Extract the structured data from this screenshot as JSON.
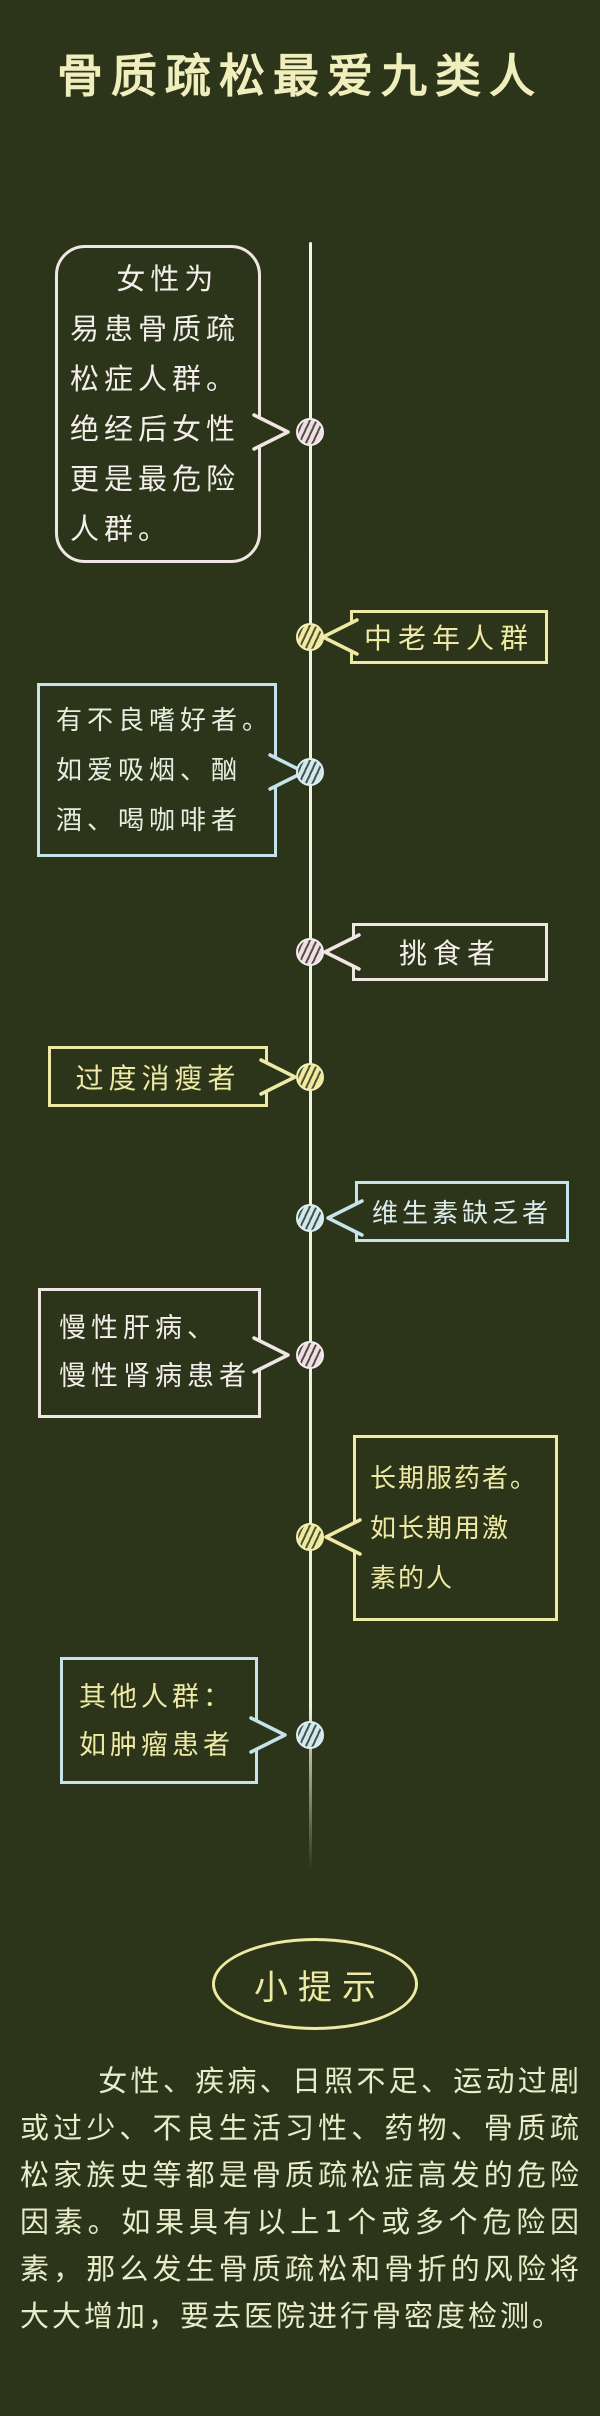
{
  "title": "骨质疏松最爱九类人",
  "colors": {
    "background": "#2c3519",
    "spine_line": "#f4f4ea",
    "title_text": "#f1eebe",
    "chalk_yellow": "#efe9a6",
    "chalk_pink_white": "#f0e6e4",
    "chalk_blue": "#c5e3e8",
    "paragraph_text": "#e8ecca",
    "dot_pink": "#f0dce4",
    "dot_yellow": "#efe9a0",
    "dot_blue": "#cfe7ef"
  },
  "timeline": {
    "items": [
      {
        "side": "left",
        "color": "pink",
        "dot_color": "pink",
        "lines": [
          "女性为",
          "易患骨质疏",
          "松症人群。",
          "绝经后女性",
          "更是最危险",
          "人群。"
        ],
        "full_text": "女性为易患骨质疏松症人群。绝经后女性更是最危险人群。"
      },
      {
        "side": "right",
        "color": "yellow",
        "dot_color": "yellow",
        "lines": [
          "中老年人群"
        ],
        "full_text": "中老年人群"
      },
      {
        "side": "left",
        "color": "blue",
        "dot_color": "blue",
        "lines": [
          "有不良嗜好者。",
          "如爱吸烟、酗",
          "酒、喝咖啡者"
        ],
        "full_text": "有不良嗜好者。如爱吸烟、酗酒、喝咖啡者"
      },
      {
        "side": "right",
        "color": "pink",
        "dot_color": "pink",
        "lines": [
          "挑食者"
        ],
        "full_text": "挑食者"
      },
      {
        "side": "left",
        "color": "yellow",
        "dot_color": "yellow",
        "lines": [
          "过度消瘦者"
        ],
        "full_text": "过度消瘦者"
      },
      {
        "side": "right",
        "color": "blue",
        "dot_color": "blue",
        "lines": [
          "维生素缺乏者"
        ],
        "full_text": "维生素缺乏者"
      },
      {
        "side": "left",
        "color": "pink",
        "dot_color": "pink",
        "lines": [
          "慢性肝病、",
          "慢性肾病患者"
        ],
        "full_text": "慢性肝病、慢性肾病患者"
      },
      {
        "side": "right",
        "color": "yellow",
        "dot_color": "yellow",
        "lines": [
          "长期服药者。",
          "如长期用激",
          "素的人"
        ],
        "full_text": "长期服药者。如长期用激素的人"
      },
      {
        "side": "left",
        "color": "blue",
        "dot_color": "blue",
        "text_color": "yellow",
        "lines": [
          "其他人群：",
          "如肿瘤患者"
        ],
        "full_text": "其他人群：如肿瘤患者"
      }
    ]
  },
  "tip": {
    "label": "小提示",
    "body": "女性、疾病、日照不足、运动过剧或过少、不良生活习性、药物、骨质疏松家族史等都是骨质疏松症高发的危险因素。如果具有以上1个或多个危险因素，那么发生骨质疏松和骨折的风险将大大增加，要去医院进行骨密度检测。"
  }
}
